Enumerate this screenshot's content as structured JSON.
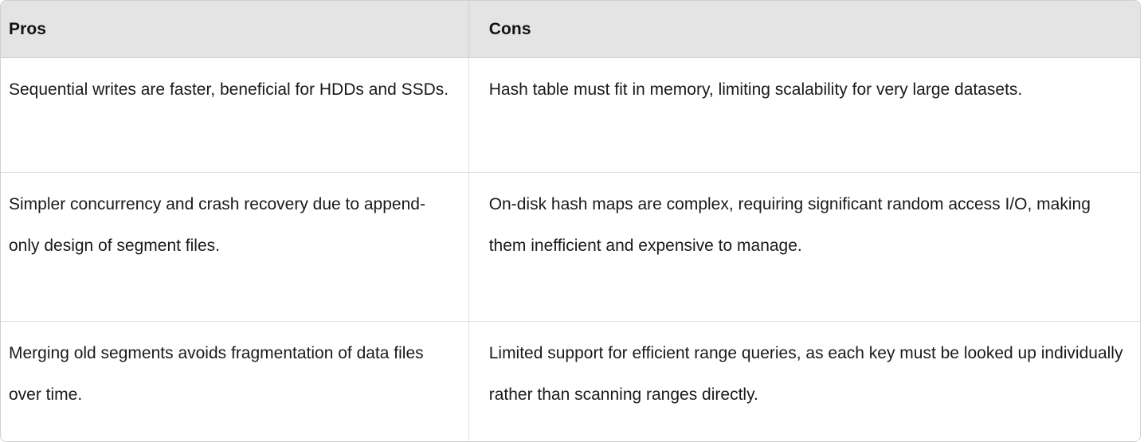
{
  "table": {
    "columns": [
      {
        "key": "pros",
        "label": "Pros"
      },
      {
        "key": "cons",
        "label": "Cons"
      }
    ],
    "rows": [
      {
        "pros": "Sequential writes are faster, beneficial for HDDs and SSDs.",
        "cons": "Hash table must fit in memory, limiting scalability for very large datasets."
      },
      {
        "pros": "Simpler concurrency and crash recovery due to append-only design of segment files.",
        "cons": "On-disk hash maps are complex, requiring significant random access I/O, making them inefficient and expensive to manage."
      },
      {
        "pros": "Merging old segments avoids fragmentation of data files over time.",
        "cons": "Limited support for efficient range queries, as each key must be looked up individually rather than scanning ranges directly."
      }
    ]
  },
  "colors": {
    "header_background": "#e4e4e4",
    "header_text": "#121212",
    "body_background": "#ffffff",
    "body_text": "#1a1a1a",
    "outer_border": "#d0d0d0",
    "inner_border": "#e0e0e0"
  }
}
